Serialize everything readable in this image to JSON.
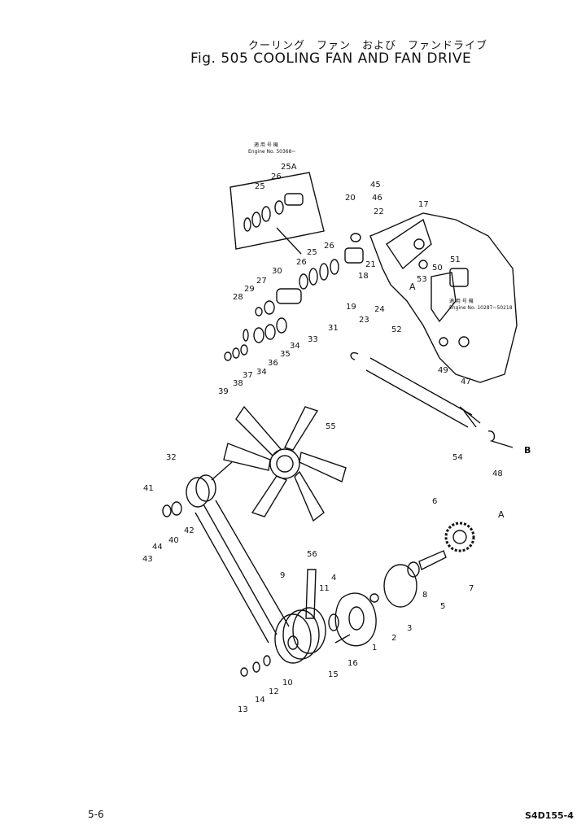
{
  "title": {
    "japanese": "クーリング　ファン　および　ファンドライブ",
    "english": "Fig. 505 COOLING FAN AND FAN DRIVE"
  },
  "footer": {
    "page_number": "5-6",
    "document_code": "S4D155-4"
  },
  "notes": [
    {
      "id": "n1",
      "line1": "適 用 号 機",
      "line2": "Engine No. 50368~"
    },
    {
      "id": "n2",
      "line1": "適 用 号 機",
      "line2": "Engine No. 10287~50218"
    }
  ],
  "callouts": [
    "1",
    "2",
    "3",
    "4",
    "5",
    "6",
    "7",
    "8",
    "9",
    "10",
    "11",
    "12",
    "13",
    "14",
    "15",
    "16",
    "17",
    "18",
    "19",
    "20",
    "21",
    "22",
    "23",
    "24",
    "25",
    "26",
    "25A",
    "27",
    "28",
    "29",
    "30",
    "31",
    "32",
    "33",
    "34",
    "35",
    "36",
    "37",
    "38",
    "39",
    "40",
    "41",
    "42",
    "43",
    "44",
    "45",
    "46",
    "47",
    "48",
    "49",
    "50",
    "51",
    "52",
    "53",
    "54",
    "55",
    "56"
  ],
  "reference_marks": [
    "A",
    "B"
  ]
}
